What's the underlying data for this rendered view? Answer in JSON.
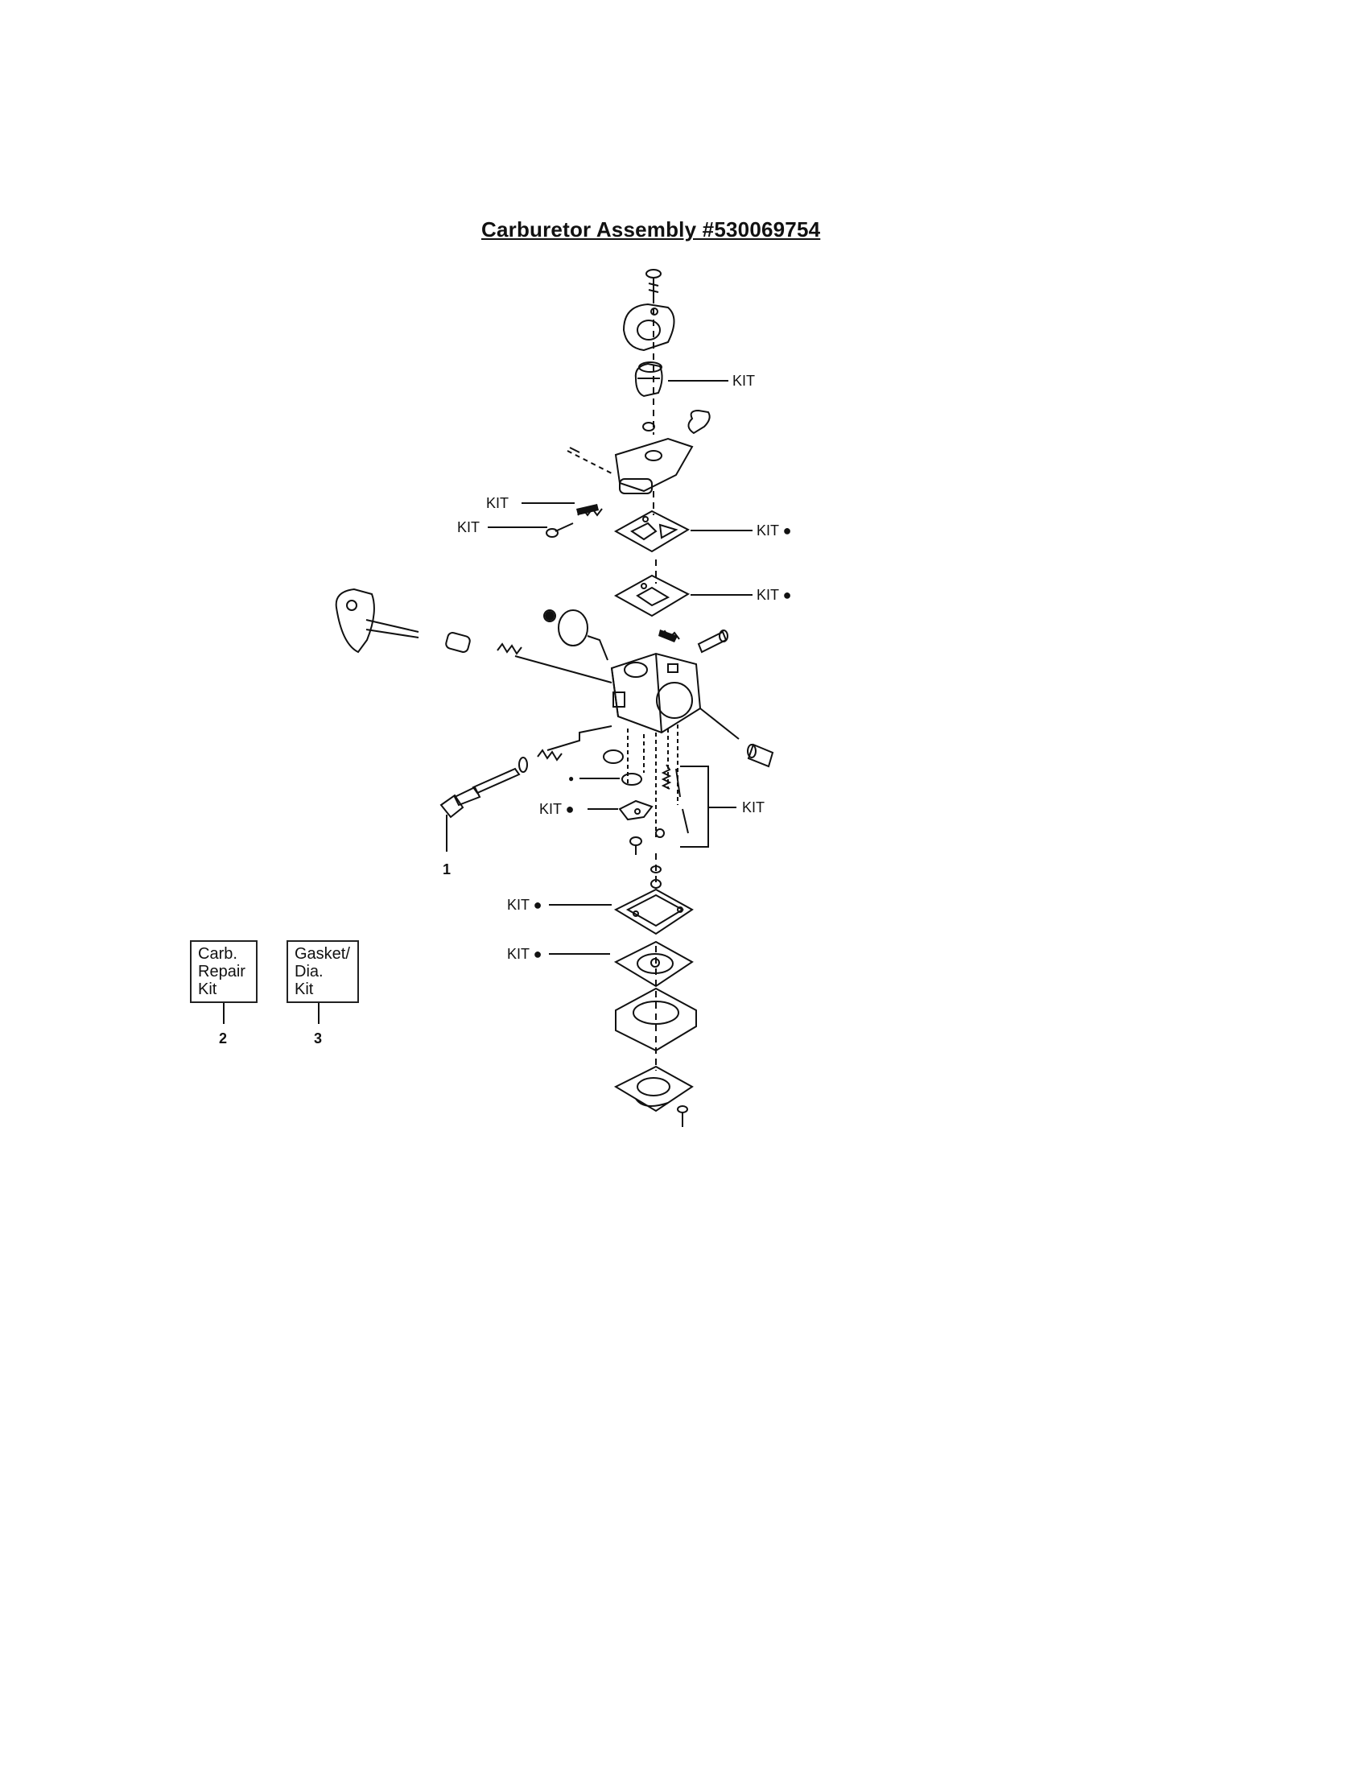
{
  "title": "Carburetor Assembly  #530069754",
  "labels": {
    "kit": "KIT",
    "kit_dot": "KIT ●",
    "dot": "●",
    "num1": "1",
    "num2": "2",
    "num3": "3"
  },
  "legend": {
    "carb_repair_kit": [
      "Carb.",
      "Repair",
      "Kit"
    ],
    "gasket_dia_kit": [
      "Gasket/",
      "Dia.",
      "Kit"
    ]
  }
}
